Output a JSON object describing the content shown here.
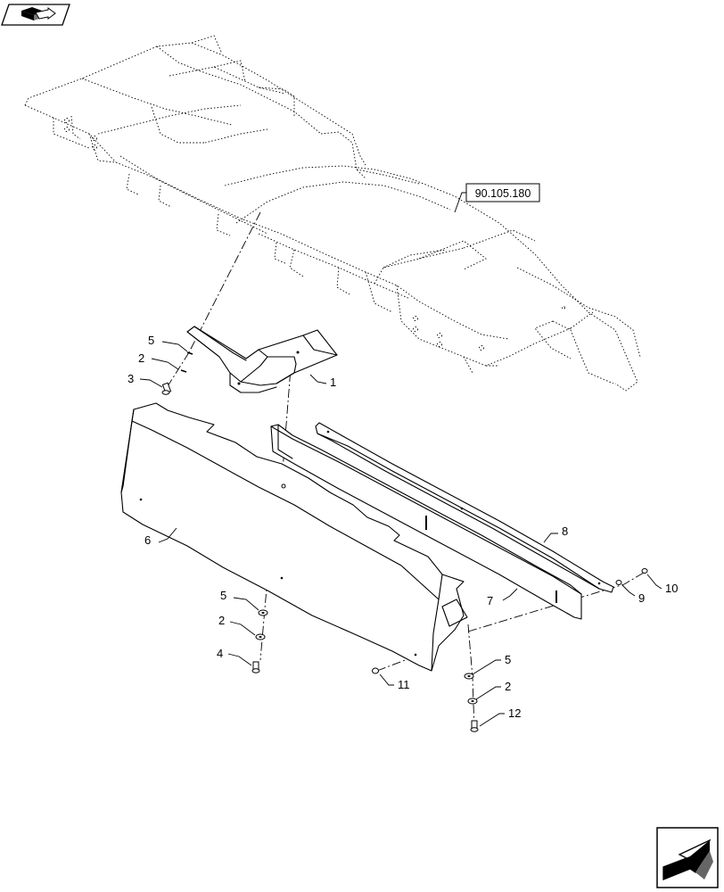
{
  "reference_box": {
    "label": "90.105.180"
  },
  "callouts": [
    {
      "id": "c1",
      "label": "1"
    },
    {
      "id": "c2a",
      "label": "2"
    },
    {
      "id": "c3",
      "label": "3"
    },
    {
      "id": "c5a",
      "label": "5"
    },
    {
      "id": "c6",
      "label": "6"
    },
    {
      "id": "c5b",
      "label": "5"
    },
    {
      "id": "c2b",
      "label": "2"
    },
    {
      "id": "c4",
      "label": "4"
    },
    {
      "id": "c7",
      "label": "7"
    },
    {
      "id": "c8",
      "label": "8"
    },
    {
      "id": "c9",
      "label": "9"
    },
    {
      "id": "c10",
      "label": "10"
    },
    {
      "id": "c11",
      "label": "11"
    },
    {
      "id": "c5c",
      "label": "5"
    },
    {
      "id": "c2c",
      "label": "2"
    },
    {
      "id": "c12",
      "label": "12"
    }
  ],
  "nav": {
    "top_icon": "view-toggle-icon",
    "bottom_icon": "next-page-arrow-icon"
  }
}
